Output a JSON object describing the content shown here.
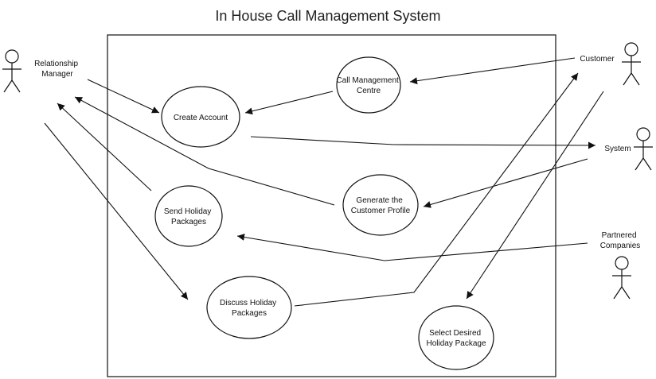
{
  "title": "In House Call Management System",
  "use_cases": {
    "create_account": [
      "Create Account"
    ],
    "call_management_centre": [
      "Call Management",
      "Centre"
    ],
    "generate_customer_profile": [
      "Generate the",
      "Customer Profile"
    ],
    "send_holiday_packages": [
      "Send Holiday",
      "Packages"
    ],
    "discuss_holiday_packages": [
      "Discuss Holiday",
      "Packages"
    ],
    "select_desired_holiday_package": [
      "Select Desired",
      "Holiday Package"
    ]
  },
  "actors": {
    "relationship_manager": [
      "Relationship",
      "Manager"
    ],
    "customer": [
      "Customer"
    ],
    "system": [
      "System"
    ],
    "partnered_companies": [
      "Partnered",
      "Companies"
    ]
  },
  "colors": {
    "stroke": "#111111",
    "background": "#ffffff"
  }
}
